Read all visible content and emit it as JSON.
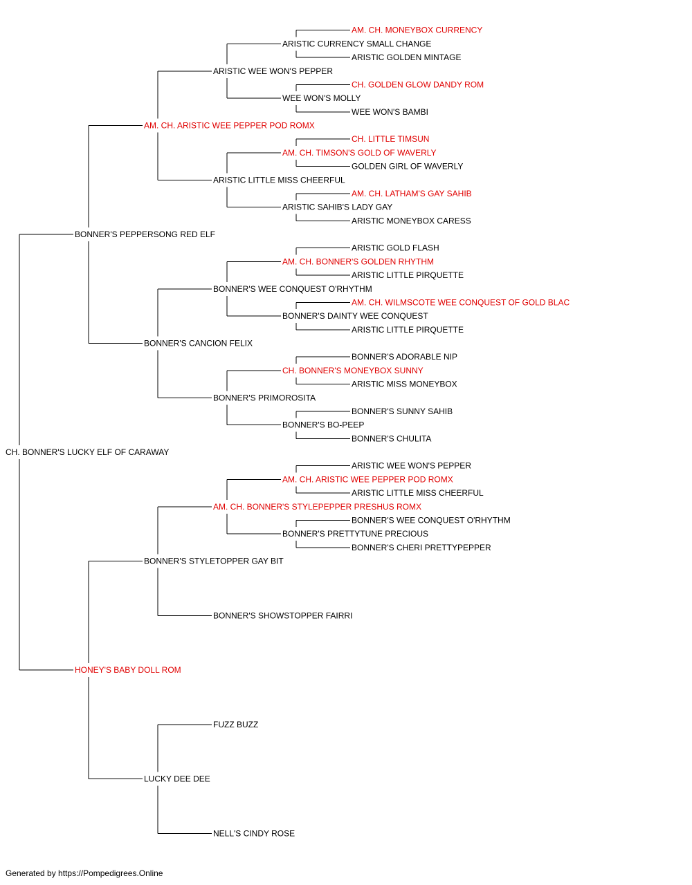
{
  "colors": {
    "text": "#000000",
    "champion": "#e00000",
    "line": "#000000"
  },
  "pedigree": {
    "name": "CH. BONNER'S LUCKY ELF OF CARAWAY",
    "ch": false,
    "sire": {
      "name": "BONNER'S PEPPERSONG RED ELF",
      "ch": false,
      "sire": {
        "name": "AM. CH. ARISTIC WEE PEPPER POD ROMX",
        "ch": true,
        "sire": {
          "name": "ARISTIC WEE WON'S PEPPER",
          "ch": false,
          "sire": {
            "name": "ARISTIC CURRENCY SMALL CHANGE",
            "ch": false,
            "sire": {
              "name": "AM. CH. MONEYBOX CURRENCY",
              "ch": true
            },
            "dam": {
              "name": "ARISTIC GOLDEN MINTAGE",
              "ch": false
            }
          },
          "dam": {
            "name": "WEE WON'S MOLLY",
            "ch": false,
            "sire": {
              "name": "CH. GOLDEN GLOW DANDY ROM",
              "ch": true
            },
            "dam": {
              "name": "WEE WON'S BAMBI",
              "ch": false
            }
          }
        },
        "dam": {
          "name": "ARISTIC LITTLE MISS CHEERFUL",
          "ch": false,
          "sire": {
            "name": "AM. CH. TIMSON'S GOLD OF WAVERLY",
            "ch": true,
            "sire": {
              "name": "CH. LITTLE TIMSUN",
              "ch": true
            },
            "dam": {
              "name": "GOLDEN GIRL OF WAVERLY",
              "ch": false
            }
          },
          "dam": {
            "name": "ARISTIC SAHIB'S LADY GAY",
            "ch": false,
            "sire": {
              "name": "AM. CH. LATHAM'S GAY SAHIB",
              "ch": true
            },
            "dam": {
              "name": "ARISTIC MONEYBOX CARESS",
              "ch": false
            }
          }
        }
      },
      "dam": {
        "name": "BONNER'S CANCION FELIX",
        "ch": false,
        "sire": {
          "name": "BONNER'S WEE CONQUEST O'RHYTHM",
          "ch": false,
          "sire": {
            "name": "AM. CH. BONNER'S GOLDEN RHYTHM",
            "ch": true,
            "sire": {
              "name": "ARISTIC GOLD FLASH",
              "ch": false
            },
            "dam": {
              "name": "ARISTIC LITTLE PIRQUETTE",
              "ch": false
            }
          },
          "dam": {
            "name": "BONNER'S DAINTY WEE CONQUEST",
            "ch": false,
            "sire": {
              "name": "AM. CH. WILMSCOTE WEE CONQUEST OF GOLD BLAC",
              "ch": true
            },
            "dam": {
              "name": "ARISTIC LITTLE PIRQUETTE",
              "ch": false
            }
          }
        },
        "dam": {
          "name": "BONNER'S PRIMOROSITA",
          "ch": false,
          "sire": {
            "name": "CH. BONNER'S MONEYBOX SUNNY",
            "ch": true,
            "sire": {
              "name": "BONNER'S ADORABLE NIP",
              "ch": false
            },
            "dam": {
              "name": "ARISTIC MISS MONEYBOX",
              "ch": false
            }
          },
          "dam": {
            "name": "BONNER'S BO-PEEP",
            "ch": false,
            "sire": {
              "name": "BONNER'S SUNNY SAHIB",
              "ch": false
            },
            "dam": {
              "name": "BONNER'S CHULITA",
              "ch": false
            }
          }
        }
      }
    },
    "dam": {
      "name": "HONEY'S BABY DOLL ROM",
      "ch": true,
      "sire": {
        "name": "BONNER'S STYLETOPPER GAY BIT",
        "ch": false,
        "sire": {
          "name": "AM. CH. BONNER'S STYLEPEPPER PRESHUS ROMX",
          "ch": true,
          "sire": {
            "name": "AM. CH. ARISTIC WEE PEPPER POD ROMX",
            "ch": true,
            "sire": {
              "name": "ARISTIC WEE WON'S PEPPER",
              "ch": false
            },
            "dam": {
              "name": "ARISTIC LITTLE MISS CHEERFUL",
              "ch": false
            }
          },
          "dam": {
            "name": "BONNER'S PRETTYTUNE PRECIOUS",
            "ch": false,
            "sire": {
              "name": "BONNER'S WEE CONQUEST O'RHYTHM",
              "ch": false
            },
            "dam": {
              "name": "BONNER'S CHERI PRETTYPEPPER",
              "ch": false
            }
          }
        },
        "dam": {
          "name": "BONNER'S SHOWSTOPPER FAIRRI",
          "ch": false
        }
      },
      "dam": {
        "name": "LUCKY DEE DEE",
        "ch": false,
        "sire": {
          "name": "FUZZ BUZZ",
          "ch": false
        },
        "dam": {
          "name": "NELL'S CINDY ROSE",
          "ch": false
        }
      }
    }
  },
  "footer": "Generated by https://Pompedigrees.Online"
}
